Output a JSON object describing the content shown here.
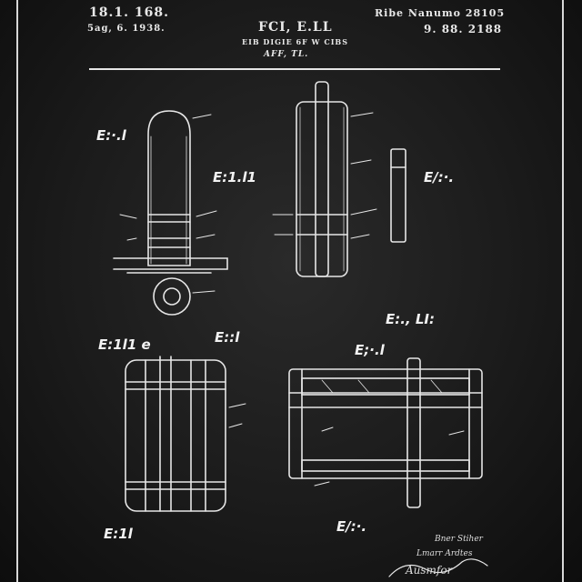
{
  "header": {
    "patent_number": "18.1. 168.",
    "date": "5ag, 6. 1938.",
    "inventor": "Ribe Nanumo 28105",
    "patent_sheet": "9. 88. 2188",
    "title": "FCI, E.LL",
    "subtitle": "EIB DIGIE 6F W CIBS",
    "application": "AFF, TL."
  },
  "figures": {
    "fig_a": "E:·.l",
    "fig_b": "E:1.l1",
    "fig_c": "E/:·.",
    "fig_d": "E:., LI:",
    "fig_e": "E::l",
    "fig_f": "E:1l1 e",
    "fig_g": "E;·.l",
    "fig_h": "E:1l",
    "fig_i": "E/:·."
  },
  "signatures": {
    "line_1": "Bner Stiher",
    "line_2": "Lmarr Ardtes",
    "line_3": "Ausmfor"
  },
  "colors": {
    "background": "#1b1b1b",
    "line_art": "#e6e6e6",
    "border": "#d8d8d8"
  }
}
